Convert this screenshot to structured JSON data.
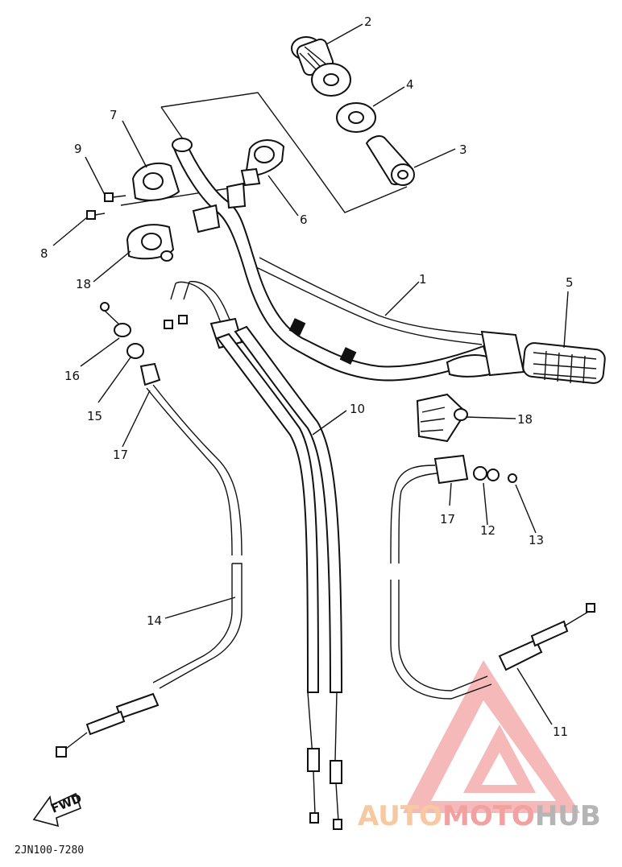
{
  "diagram": {
    "part_code": "2JN100-7280",
    "direction_label": "FWD",
    "callouts": [
      "1",
      "2",
      "3",
      "4",
      "5",
      "6",
      "7",
      "8",
      "9",
      "10",
      "11",
      "12",
      "13",
      "14",
      "15",
      "16",
      "17",
      "17",
      "18",
      "18"
    ]
  },
  "watermark": {
    "part1": "AUTO",
    "part2": "MOTO",
    "part3": "HUB",
    "color_light": "#f6c9a3",
    "color_mid": "#f2a0a0",
    "color_dark": "#b5b5b5"
  }
}
